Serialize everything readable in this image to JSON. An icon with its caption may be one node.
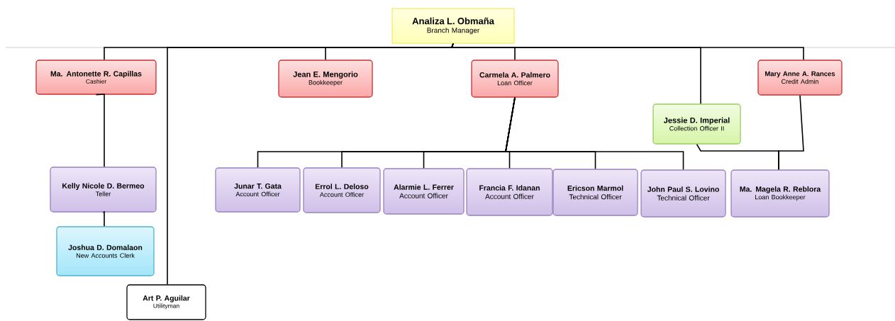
{
  "diagram": {
    "nodes": [
      {
        "text": [
          "Analiza L. Obmaña",
          "Branch Manager"
        ]
      },
      {
        "text": [
          "Ma. Antonette R. Capillas",
          "Cashier"
        ]
      },
      {
        "text": [
          "Jean E. Mengorio",
          "Bookkeeper"
        ]
      },
      {
        "text": [
          "Carmela A. Palmero",
          "Loan Officer"
        ]
      },
      {
        "text": [
          "Mary Anne A. Rances",
          "Credit Admin"
        ]
      },
      {
        "text": [
          "Jessie D. Imperial",
          "Collection Officer II"
        ]
      },
      {
        "text": [
          "Kelly Nicole D. Bermeo",
          "Teller"
        ]
      },
      {
        "text": [
          "Junar T. Gata",
          "Account Officer"
        ]
      },
      {
        "text": [
          "Errol L. Deloso",
          "Account Officer"
        ]
      },
      {
        "text": [
          "Alarmie L. Ferrer",
          "Account Officer"
        ]
      },
      {
        "text": [
          "Francia F. Idanan",
          "Account Officer"
        ]
      },
      {
        "text": [
          "Ericson Marmol",
          "Technical Officer"
        ]
      },
      {
        "text": [
          "John Paul S. Lovino",
          "Technical Officer"
        ]
      },
      {
        "text": [
          "Ma. Magela R. Reblora",
          "Loan Bookkeeper"
        ]
      },
      {
        "text": [
          "Joshua D. Domalaon",
          "New Accounts Clerk"
        ]
      },
      {
        "text": [
          "Art P. Aguilar",
          "Utilityman"
        ]
      }
    ],
    "edges": [
      {
        "from": 0,
        "to": 1,
        "arrow": "none"
      },
      {
        "from": 0,
        "to": 15,
        "arrow": "none"
      },
      {
        "from": 0,
        "to": 2,
        "arrow": "none"
      },
      {
        "from": 0,
        "to": 3,
        "arrow": "none"
      },
      {
        "from": 0,
        "to": 5,
        "arrow": "none"
      },
      {
        "from": 0,
        "to": 4,
        "arrow": "none"
      },
      {
        "from": 1,
        "to": 6,
        "arrow": "none"
      },
      {
        "from": 6,
        "to": 14,
        "arrow": "none"
      },
      {
        "from": 3,
        "to": 7,
        "arrow": "none"
      },
      {
        "from": 3,
        "to": 8,
        "arrow": "none"
      },
      {
        "from": 3,
        "to": 9,
        "arrow": "none"
      },
      {
        "from": 3,
        "to": 10,
        "arrow": "none"
      },
      {
        "from": 3,
        "to": 11,
        "arrow": "none"
      },
      {
        "from": 3,
        "to": 12,
        "arrow": "none"
      },
      {
        "from": 5,
        "to": 13,
        "arrow": "none"
      },
      {
        "from": 4,
        "to": 13,
        "arrow": "none"
      }
    ]
  }
}
